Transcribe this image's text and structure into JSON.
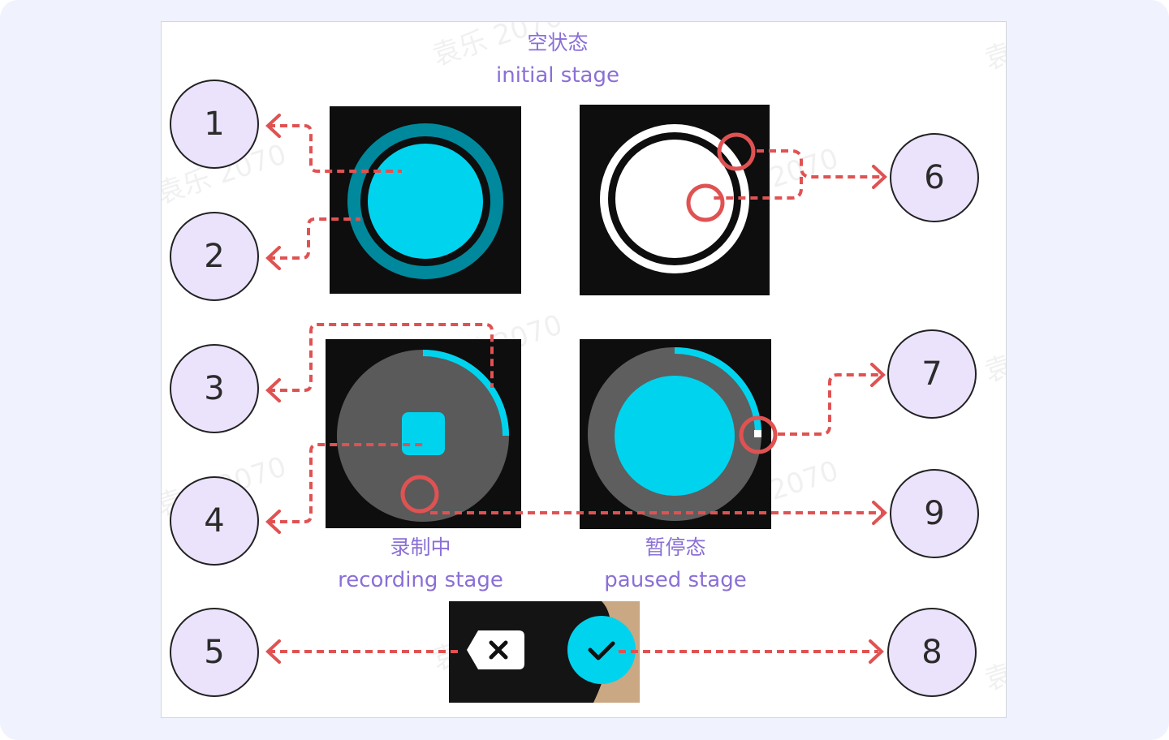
{
  "stages": {
    "initial": {
      "zh": "空状态",
      "en": "initial stage"
    },
    "recording": {
      "zh": "录制中",
      "en": "recording stage"
    },
    "paused": {
      "zh": "暂停态",
      "en": "paused stage"
    }
  },
  "badges": [
    "1",
    "2",
    "3",
    "4",
    "5",
    "6",
    "7",
    "8",
    "9"
  ],
  "watermark": "袁乐 2070",
  "colors": {
    "accent_cyan": "#00d3ee",
    "ring_teal": "#00899c",
    "annotation_red": "#e05252",
    "badge_fill": "#ebe2fc",
    "caption_purple": "#8a6fd6",
    "record_gray": "#5a5a5a"
  },
  "recording_progress_fraction": 0.25,
  "paused_progress_fraction": 0.25,
  "icons": {
    "discard": "close-icon",
    "confirm": "check-icon"
  }
}
